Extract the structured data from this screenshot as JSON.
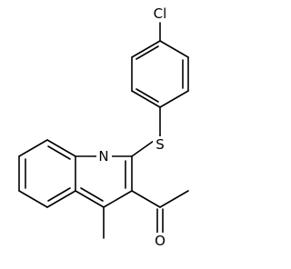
{
  "structure": {
    "atom_labels": {
      "chlorine": "Cl",
      "sulfur": "S",
      "nitrogen": "N",
      "oxygen": "O"
    }
  },
  "colors": {
    "bond": "#000000",
    "background": "#ffffff"
  }
}
